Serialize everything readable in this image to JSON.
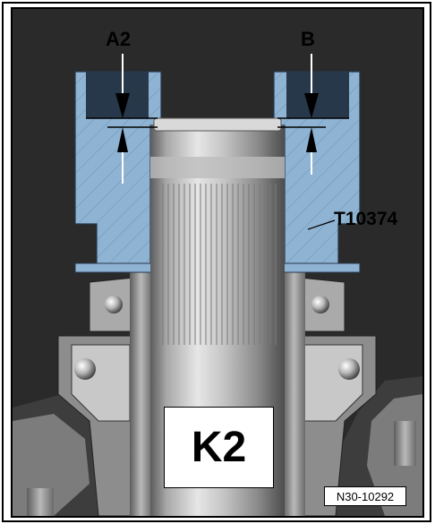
{
  "labels": {
    "a2": "A2",
    "b": "B",
    "tool": "T10374",
    "part": "K2",
    "reference": "N30-10292"
  },
  "colors": {
    "tool_blue": "#8fb3d3",
    "tool_dark": "#27384a",
    "metal_light": "#cfcfcf",
    "metal_mid": "#9a9a9a",
    "metal_dark": "#4a4a4a",
    "background": "#2b2b2b"
  }
}
